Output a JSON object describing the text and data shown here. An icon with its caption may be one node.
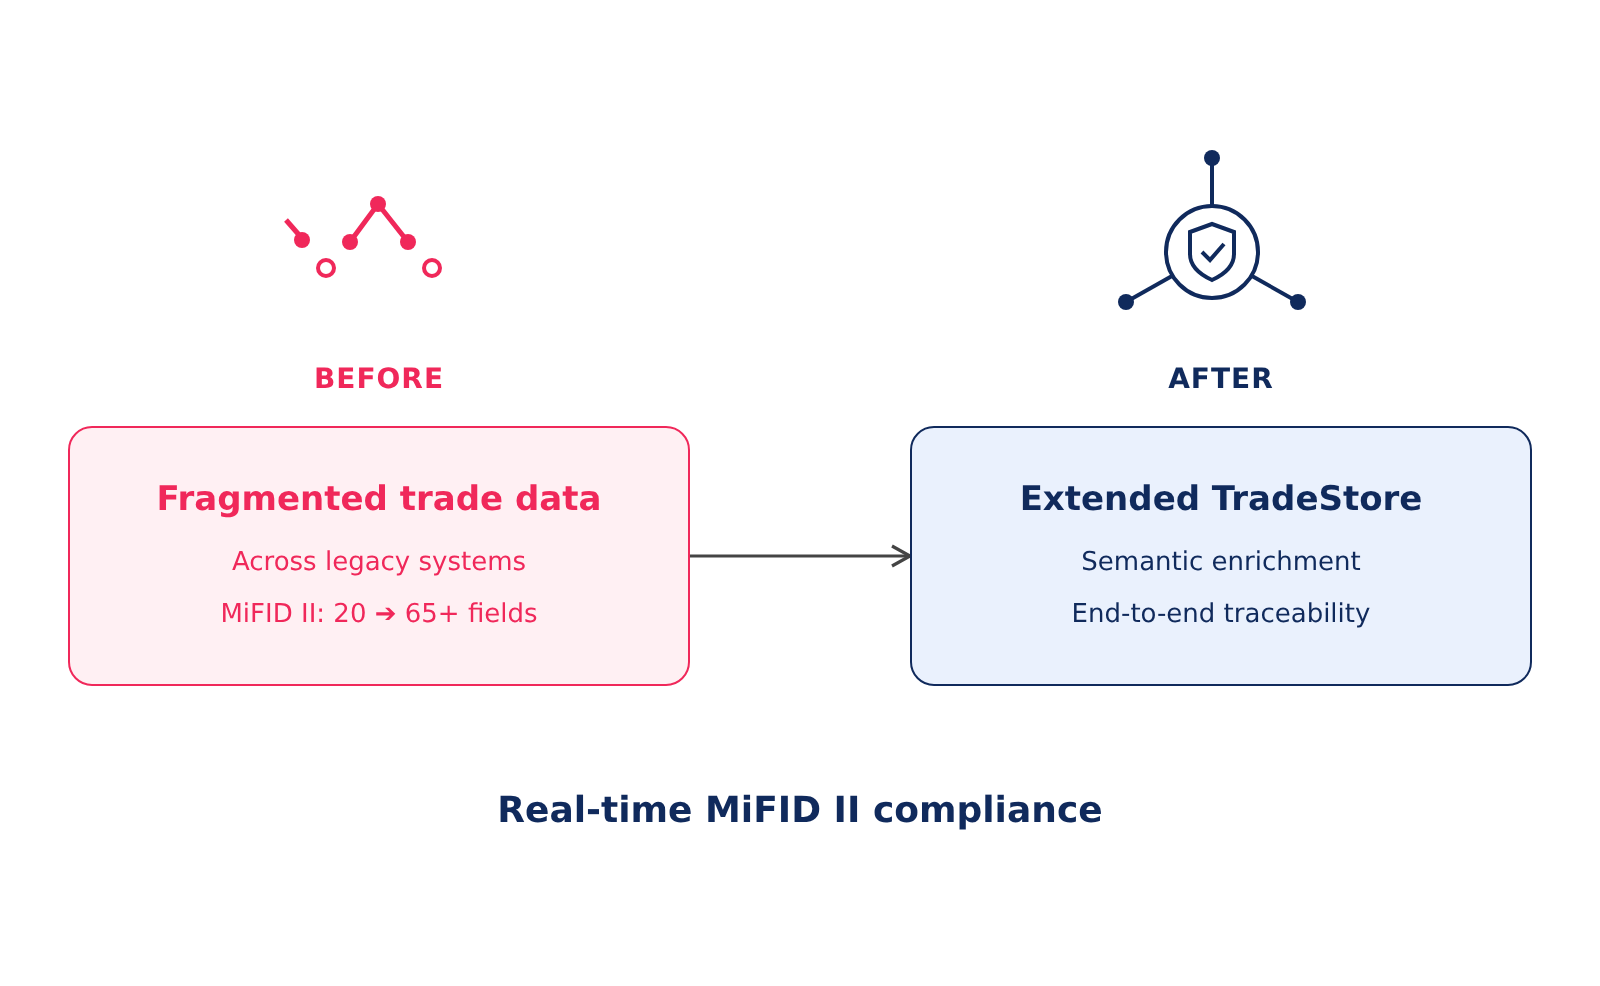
{
  "diagram": {
    "caption": "Real-time MiFID II compliance",
    "nodes": [
      {
        "text": [
          "BEFORE",
          "Fragmented trade data",
          "Across legacy systems",
          "MiFID II: 20 ➔ 65+ fields"
        ]
      },
      {
        "text": [
          "AFTER",
          "Extended TradeStore",
          "Semantic enrichment",
          "End-to-end traceability"
        ]
      }
    ],
    "edges": [
      {
        "from": 0,
        "to": 1,
        "arrow": "to"
      }
    ]
  }
}
